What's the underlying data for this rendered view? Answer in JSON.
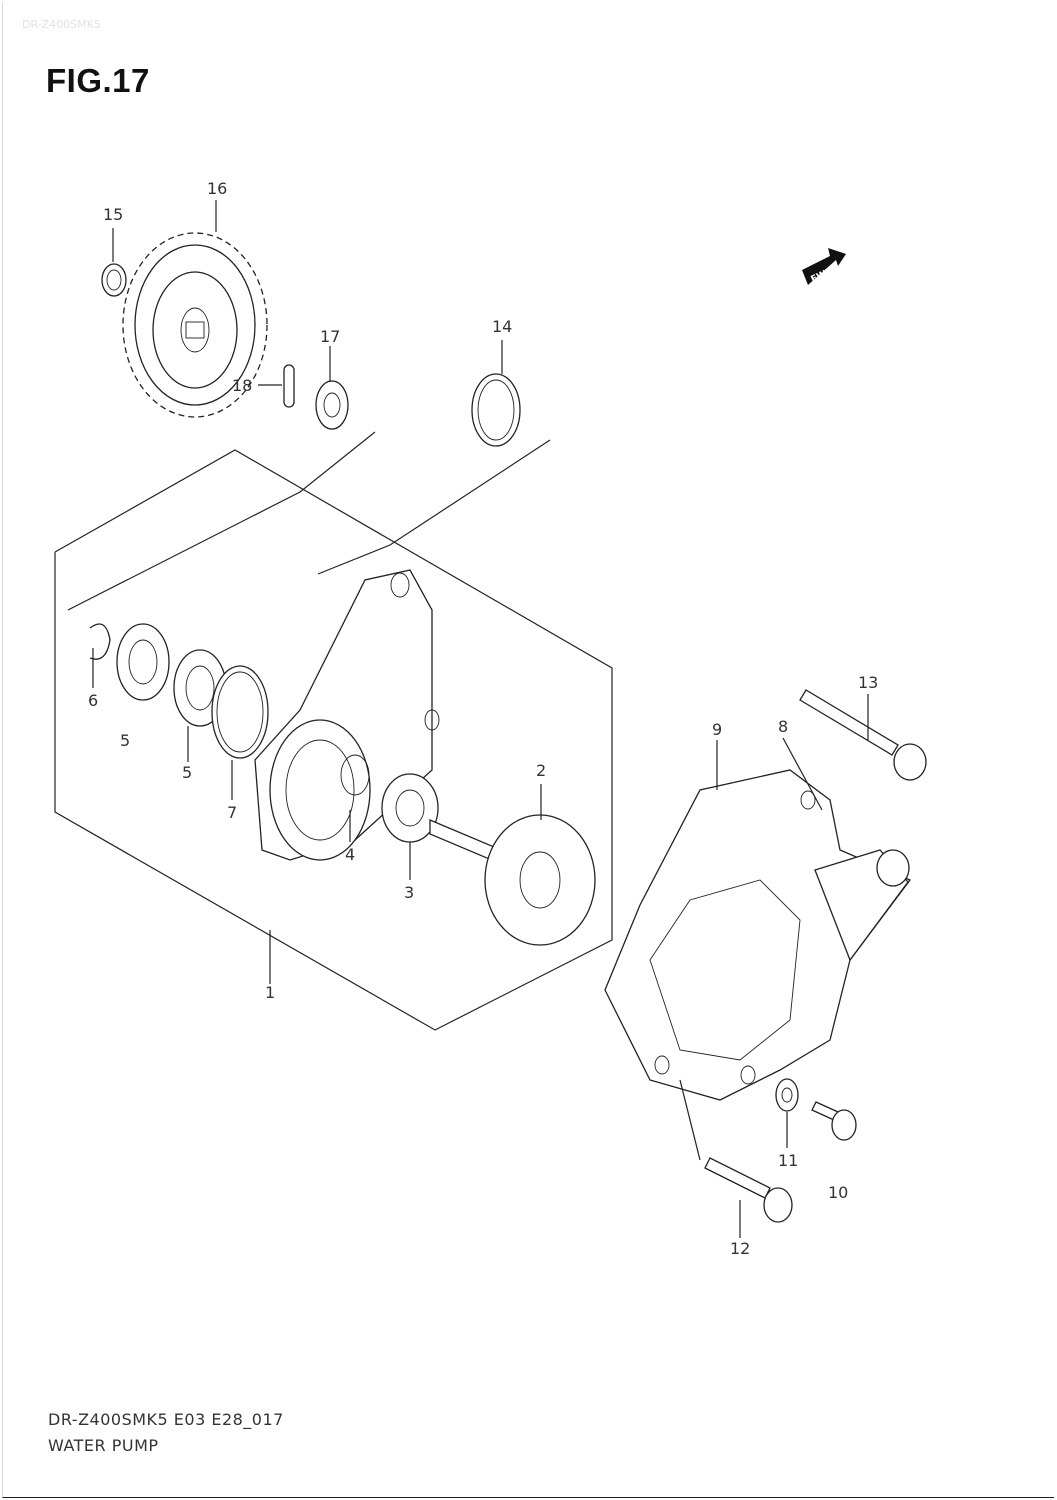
{
  "header": {
    "faint_text": "DR-Z400SMK5",
    "title": "FIG.17"
  },
  "fwd_label": "FWD",
  "callouts": {
    "c1": "1",
    "c2": "2",
    "c3": "3",
    "c4": "4",
    "c5a": "5",
    "c5b": "5",
    "c6": "6",
    "c7": "7",
    "c8": "8",
    "c9": "9",
    "c10": "10",
    "c11": "11",
    "c12": "12",
    "c13": "13",
    "c14": "14",
    "c15": "15",
    "c16": "16",
    "c17": "17",
    "c18": "18"
  },
  "footer": {
    "code": "DR-Z400SMK5 E03 E28_017",
    "name": "WATER PUMP"
  }
}
